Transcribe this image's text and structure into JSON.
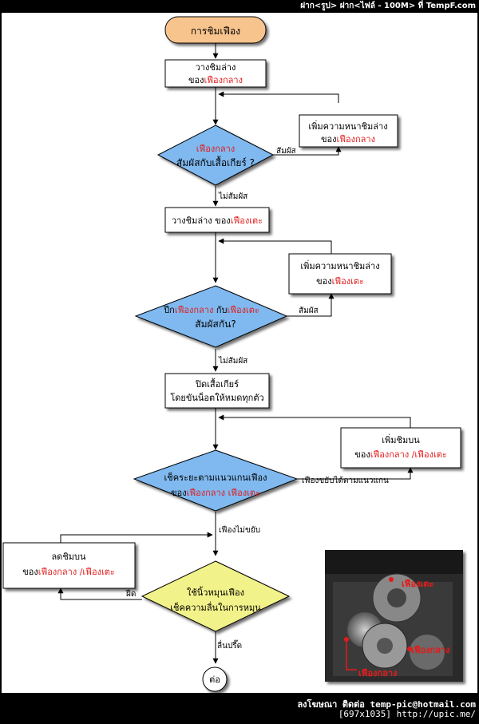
{
  "topbar": {
    "text": "ฝาก<รูป> ฝาก<ไฟล์ - 100M> ที่ TempF.com"
  },
  "flow": {
    "start": "การชิมเฟือง",
    "step1": {
      "line1": "วางชิมล่าง",
      "line2_prefix": "ของ",
      "line2_red": "เฟืองกลาง"
    },
    "addLower1": {
      "line1": "เพิ่มความหนาชิมล่าง",
      "line2_prefix": "ของ",
      "line2_red": "เฟืองกลาง"
    },
    "decision1": {
      "line1_red": "เฟืองกลาง",
      "line2": "สัมผัสกับเสื้อเกียร์ ?"
    },
    "d1_yes": "สัมผัส",
    "d1_no": "ไม่สัมผัส",
    "step2": {
      "prefix": "วางชิมล่าง ของ",
      "red": "เฟืองเตะ"
    },
    "addLower2": {
      "line1": "เพิ่มความหนาชิมล่าง",
      "line2_prefix": "ของ",
      "line2_red": "เฟืองเตะ"
    },
    "decision2": {
      "a": "ปีก",
      "b_red": "เฟืองกลาง",
      "c": " กับ",
      "d_red": "เฟืองเตะ",
      "line2": "สัมผัสกัน?"
    },
    "d2_yes": "สัมผัส",
    "d2_no": "ไม่สัมผัส",
    "step3": {
      "line1": "ปิดเสื้อเกียร์",
      "line2": "โดยขันน็อตให้หมดทุกตัว"
    },
    "addUpper": {
      "line1": "เพิ่มชิมบน",
      "prefix": "ของ",
      "red1": "เฟืองกลาง",
      "sep": " /",
      "red2": "เฟืองเตะ"
    },
    "decision3": {
      "line1": "เช็คระยะตามแนวแกนเฟือง",
      "prefix": "ของ",
      "red1": "เฟืองกลาง",
      "sep": " ",
      "red2": "เฟืองเตะ"
    },
    "d3_yes": "เฟืองขยับได้ตามแนวแกน",
    "d3_no": "เฟืองไม่ขยับ",
    "reduceUpper": {
      "line1": "ลดชิมบน",
      "prefix": "ของ",
      "red1": "เฟืองกลาง",
      "sep": " /",
      "red2": "เฟืองเตะ"
    },
    "decision4": {
      "line1": "ใช้นิ้วหมุนเฟือง",
      "line2": "เช็คความลื่นในการหมุน"
    },
    "d4_bad": "ฝืด",
    "d4_ok": "ลื่นปรี๊ด",
    "end": "ต่อ"
  },
  "photo": {
    "label_kick": "เฟืองเตะ",
    "label_mid": "เฟืองกลาง",
    "label_mid2": "เฟืองกลาง"
  },
  "footer": {
    "line1": "ลงโฆษณา ติดต่อ  temp-pic@hotmail.com",
    "line2": "[697x1035] http://upic.me/"
  },
  "colors": {
    "red": "#e31b1b",
    "decision_blue": "#7fb9f0",
    "decision_yellow": "#f2f28a",
    "start_orange": "#f8c48d"
  }
}
